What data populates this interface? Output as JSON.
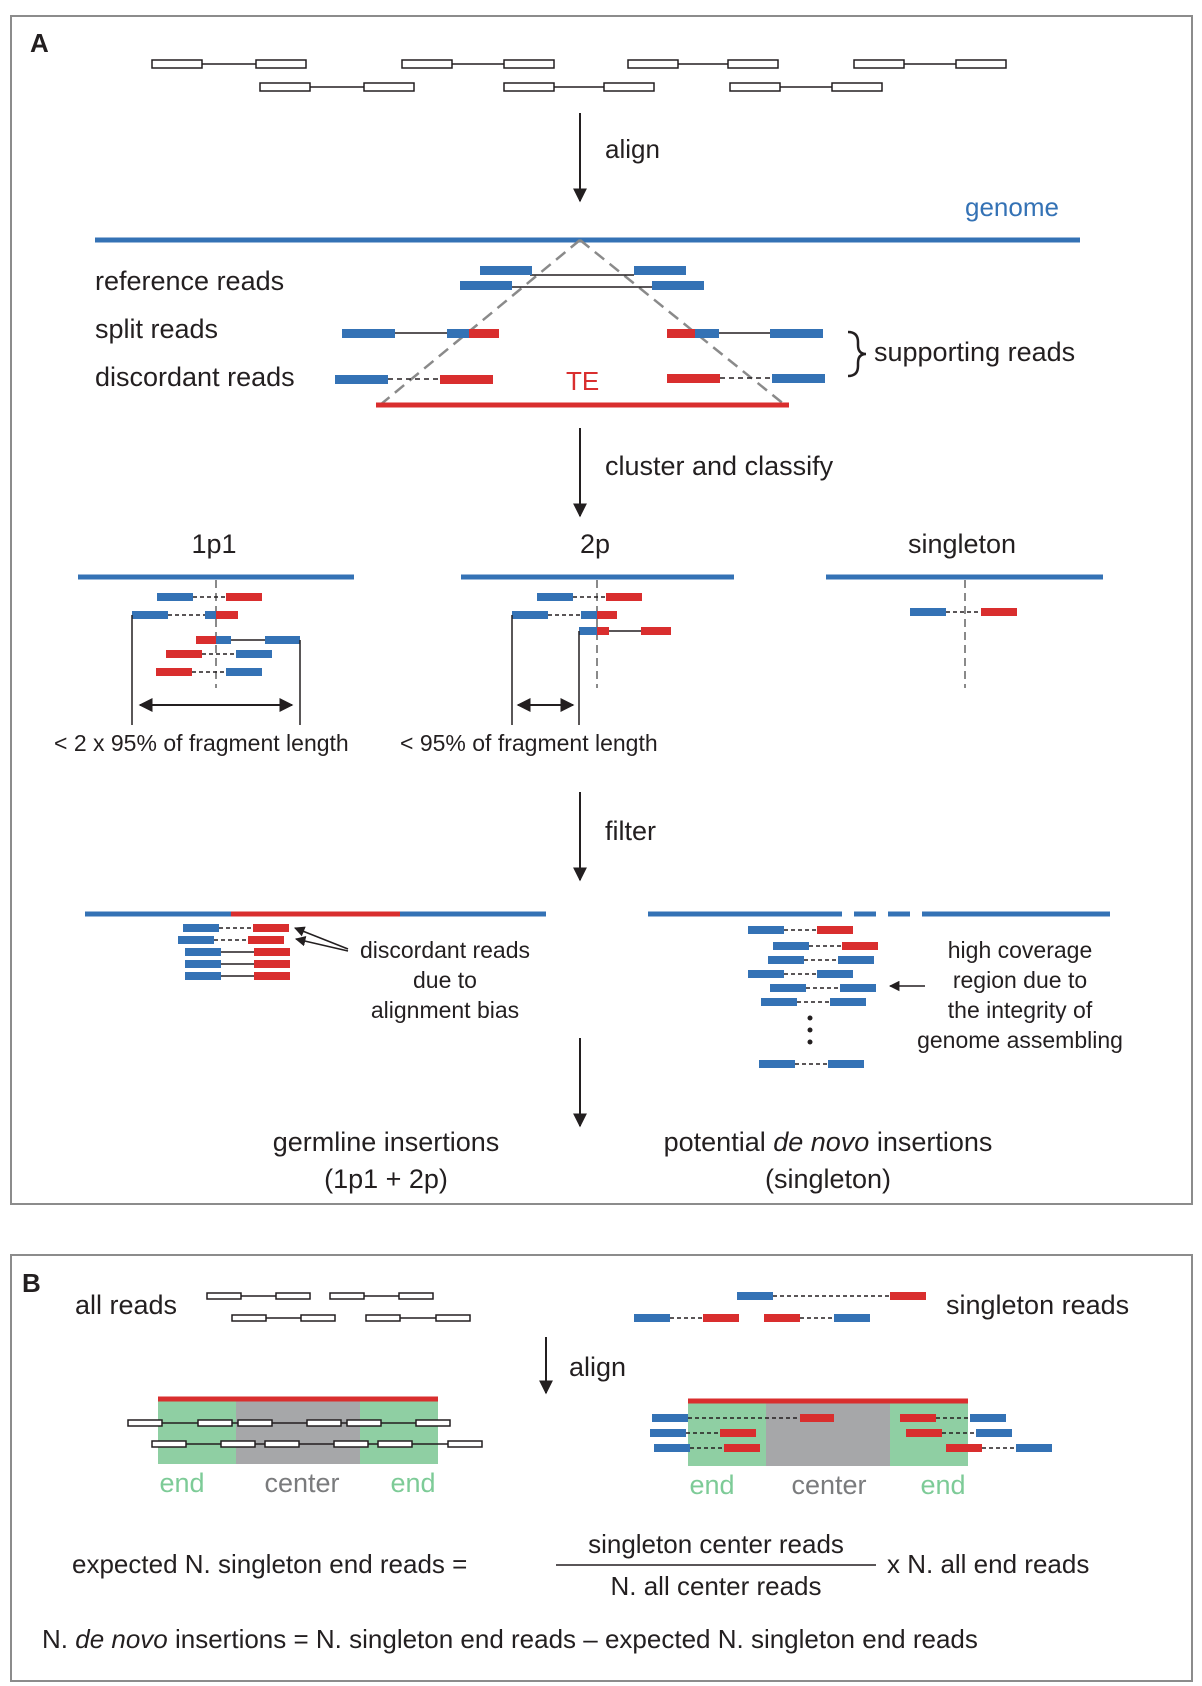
{
  "colors": {
    "genome_blue": "#3472b5",
    "te_red": "#d92e2e",
    "end_green": "#8fcfa3",
    "end_text_green": "#7dcb97",
    "center_gray": "#a6a7a9",
    "center_text_gray": "#7a7b7d",
    "dash_gray": "#8a8a8a",
    "frame_gray": "#8c8c8c"
  },
  "panel_a": {
    "label": "A",
    "align_label": "align",
    "genome_label": "genome",
    "te_label": "TE",
    "reference_reads_label": "reference reads",
    "split_reads_label": "split reads",
    "discordant_reads_label": "discordant reads",
    "supporting_reads_label": "supporting reads",
    "cluster_label": "cluster and classify",
    "class_1p1": "1p1",
    "class_2p": "2p",
    "class_singleton": "singleton",
    "frag_1p1_label": "< 2 x 95% of fragment length",
    "frag_2p_label": "< 95% of fragment length",
    "filter_label": "filter",
    "discordant_bias": [
      "discordant reads",
      "due to",
      "alignment bias"
    ],
    "high_coverage": [
      "high coverage",
      "region due to",
      "the integrity of",
      "genome assembling"
    ],
    "germline": [
      "germline insertions",
      "(1p1 + 2p)"
    ],
    "denovo_prefix": "potential ",
    "denovo_italic": "de novo",
    "denovo_suffix": " insertions",
    "denovo_sub": "(singleton)"
  },
  "panel_b": {
    "label": "B",
    "all_reads": "all reads",
    "singleton_reads": "singleton reads",
    "align_label": "align",
    "end_label": "end",
    "center_label": "center",
    "formula_lhs": "expected N. singleton end reads =",
    "formula_numerator": "singleton center reads",
    "formula_denominator": "N. all center reads",
    "formula_tail": "x N. all end reads",
    "denovo_eq_prefix": "N. ",
    "denovo_eq_italic": "de novo",
    "denovo_eq_suffix": " insertions = N. singleton end reads – expected N. singleton end reads"
  }
}
